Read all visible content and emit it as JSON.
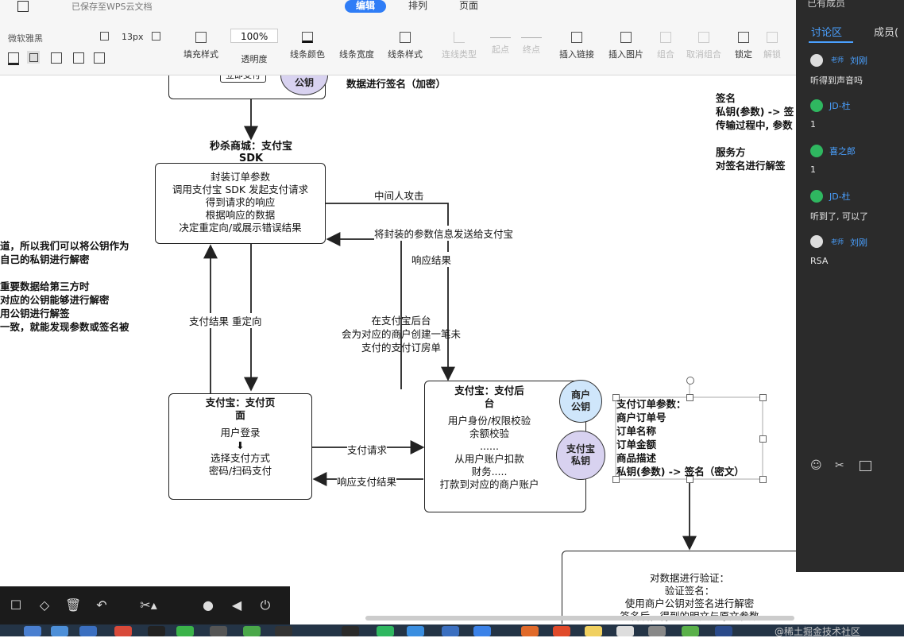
{
  "top": {
    "save_status": "已保存至WPS云文档",
    "tabs": [
      "编辑",
      "排列",
      "页面"
    ]
  },
  "toolbar": {
    "font_name": "微软雅黑",
    "font_size": "13px",
    "opacity": "100%",
    "items": [
      {
        "label": "填充样式",
        "enabled": true
      },
      {
        "label": "透明度",
        "enabled": true
      },
      {
        "label": "线条颜色",
        "enabled": true
      },
      {
        "label": "线条宽度",
        "enabled": true
      },
      {
        "label": "线条样式",
        "enabled": true
      },
      {
        "label": "连线类型",
        "enabled": false
      },
      {
        "label": "起点",
        "enabled": false
      },
      {
        "label": "终点",
        "enabled": false
      },
      {
        "label": "插入链接",
        "enabled": true
      },
      {
        "label": "插入图片",
        "enabled": true
      },
      {
        "label": "组合",
        "enabled": false
      },
      {
        "label": "取消组合",
        "enabled": false
      },
      {
        "label": "锁定",
        "enabled": true
      },
      {
        "label": "解锁",
        "enabled": false
      }
    ]
  },
  "diagram": {
    "top_box_partial": "立即支付",
    "top_circle_partial": "公钥",
    "top_note": "数据进行签名（加密）",
    "sdk_title_line1": "秒杀商城：支付宝",
    "sdk_title_line2": "SDK",
    "sdk_box": [
      "封装订单参数",
      "调用支付宝 SDK 发起支付请求",
      "得到请求的响应",
      "根据响应的数据",
      "决定重定向/或展示错误结果"
    ],
    "lbl_mitm": "中间人攻击",
    "lbl_send": "将封装的参数信息发送给支付宝",
    "lbl_response": "响应结果",
    "lbl_pay_result": "支付结果 重定向",
    "lbl_backend_note": [
      "在支付宝后台",
      "会为对应的商户创建一笔未",
      "支付的支付订房单"
    ],
    "pay_page_title": [
      "支付宝：支付页",
      "面"
    ],
    "pay_page_body": [
      "用户登录",
      "⬇",
      "选择支付方式",
      "密码/扫码支付"
    ],
    "lbl_pay_request": "支付请求",
    "lbl_pay_response": "响应支付结果",
    "backend_title": [
      "支付宝：支付后",
      "台"
    ],
    "backend_body": [
      "用户身份/权限校验",
      "余额校验",
      "......",
      "从用户账户扣款",
      "财务.....",
      "打款到对应的商户账户"
    ],
    "circle_merchant_pub": [
      "商户",
      "公钥"
    ],
    "circle_alipay_priv": [
      "支付宝",
      "私钥"
    ],
    "order_params": [
      "支付订单参数：",
      "商户订单号",
      "订单名称",
      "订单金额",
      "商品描述",
      "私钥(参数) -> 签名（密文）"
    ],
    "verify_box": [
      "对数据进行验证：",
      "验证签名：",
      "使用商户公钥对签名进行解密",
      "签名后，得到的明文与原文参数"
    ],
    "left_note": [
      "道，所以我们可以将公钥作为",
      "自己的私钥进行解密",
      "",
      "重要数据给第三方时",
      "对应的公钥能够进行解密",
      "用公钥进行解签",
      "一致，就能发现参数或签名被"
    ],
    "right_note": [
      "签名",
      "私钥(参数) -> 签",
      "传输过程中, 参数",
      "",
      "服务方",
      "对签名进行解签"
    ]
  },
  "panel": {
    "header": "已有成员",
    "tab_discussion": "讨论区",
    "tab_members": "成员(",
    "messages": [
      {
        "tag": "老师",
        "name": "刘刚",
        "text": "听得到声音吗"
      },
      {
        "tag": "",
        "name": "JD-杜",
        "text": "1"
      },
      {
        "tag": "",
        "name": "喜之郎",
        "text": "1"
      },
      {
        "tag": "",
        "name": "JD-杜",
        "text": "听到了, 可以了"
      },
      {
        "tag": "老师",
        "name": "刘刚",
        "text": "RSA"
      }
    ]
  },
  "watermark": "@稀土掘金技术社区"
}
